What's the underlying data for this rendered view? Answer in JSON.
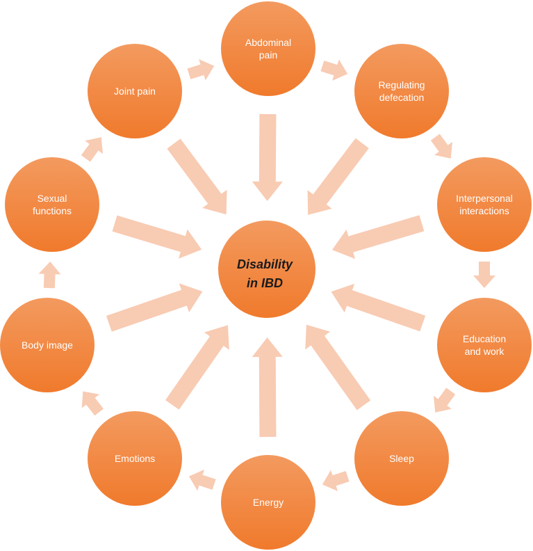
{
  "colors": {
    "node_fill_top": "#f39a5f",
    "node_fill_bottom": "#f07a2c",
    "arrow_fill": "#f8cbb3"
  },
  "center": {
    "line1": "Disability",
    "line2": "in IBD"
  },
  "nodes": [
    {
      "id": "abdominal-pain",
      "lines": [
        "Abdominal",
        "pain"
      ]
    },
    {
      "id": "regulating-defecation",
      "lines": [
        "Regulating",
        "defecation"
      ]
    },
    {
      "id": "interpersonal-interactions",
      "lines": [
        "Interpersonal",
        "interactions"
      ]
    },
    {
      "id": "education-and-work",
      "lines": [
        "Education",
        "and work"
      ]
    },
    {
      "id": "sleep",
      "lines": [
        "Sleep"
      ]
    },
    {
      "id": "energy",
      "lines": [
        "Energy"
      ]
    },
    {
      "id": "emotions",
      "lines": [
        "Emotions"
      ]
    },
    {
      "id": "body-image",
      "lines": [
        "Body image"
      ]
    },
    {
      "id": "sexual-functions",
      "lines": [
        "Sexual",
        "functions"
      ]
    },
    {
      "id": "joint-pain",
      "lines": [
        "Joint pain"
      ]
    }
  ]
}
